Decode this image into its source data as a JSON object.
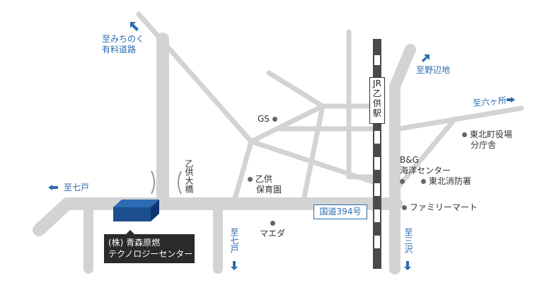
{
  "colors": {
    "road": "#d3d3d3",
    "railway_dark": "#4a4a4a",
    "destination_text": "#2b6cb0",
    "label_text": "#333333",
    "building_front": "#1c4f8f",
    "building_top": "#2e6bb5",
    "building_side": "#0f3570",
    "callout_bg": "#2a2a2a"
  },
  "destinations": {
    "michinoku": {
      "line1": "至みちのく",
      "line2": "有料道路",
      "arrow": "arrow-up-left-icon"
    },
    "nohe": {
      "label": "至野辺地",
      "arrow": "arrow-up-right-icon"
    },
    "rokkasho": {
      "label": "至六ヶ所",
      "arrow": "arrow-right-icon"
    },
    "shichinohe_west": {
      "label": "至七戸",
      "arrow": "arrow-left-icon"
    },
    "shichinohe_south": {
      "label": "至七戸",
      "arrow": "arrow-down-icon"
    },
    "misawa": {
      "label": "至三沢",
      "arrow": "arrow-down-icon"
    }
  },
  "station": {
    "label": "JR乙供駅"
  },
  "route_sign": {
    "label": "国道394号"
  },
  "bridge": {
    "label": "乙供大橋"
  },
  "landmarks": {
    "gs": "GS",
    "nursery_line1": "乙供",
    "nursery_line2": "保育園",
    "maeda": "マエダ",
    "town_office_line1": "東北町役場",
    "town_office_line2": "分庁舎",
    "bg_line1": "B&G",
    "bg_line2": "海洋センター",
    "fire_station": "東北消防署",
    "familymart": "ファミリーマート"
  },
  "target": {
    "line1": "(株) 青森原燃",
    "line2": "テクノロジーセンター"
  }
}
